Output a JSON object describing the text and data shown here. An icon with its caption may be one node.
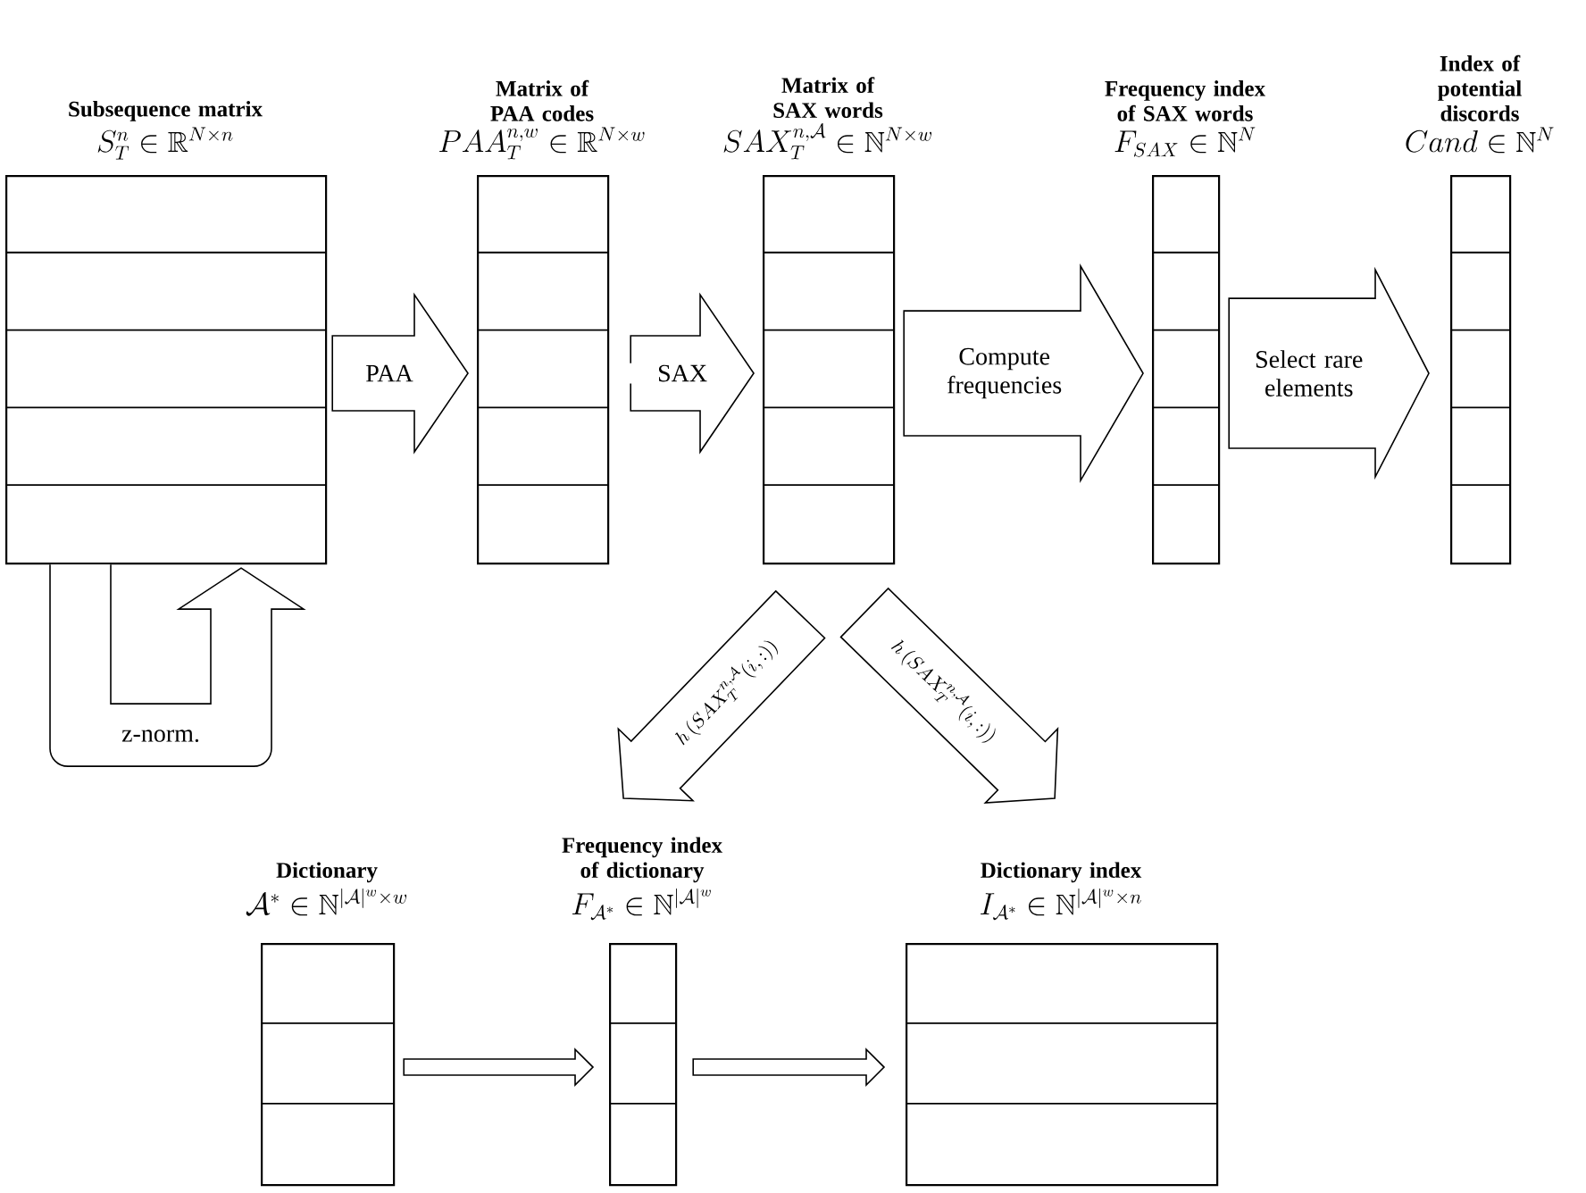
{
  "diagram": {
    "nodes": [
      {
        "text": [
          "Subsequence matrix",
          "S_T^n \\in \\mathbb{R}^{N\\times n}"
        ]
      },
      {
        "text": [
          "Matrix of PAA codes",
          "PAA_T^{n,w} \\in \\mathbb{R}^{N\\times w}"
        ]
      },
      {
        "text": [
          "Matrix of SAX words",
          "SAX_T^{n,\\mathcal{A}} \\in \\mathbb{N}^{N\\times w}"
        ]
      },
      {
        "text": [
          "Frequency index of SAX words",
          "F_{SAX} \\in \\mathbb{N}^N"
        ]
      },
      {
        "text": [
          "Index of potential discords",
          "Cand \\in \\mathbb{N}^N"
        ]
      },
      {
        "text": [
          "Dictionary",
          "\\mathcal{A}^* \\in \\mathbb{N}^{|\\mathcal{A}|^w\\times w}"
        ]
      },
      {
        "text": [
          "Frequency index of dictionary",
          "F_{\\mathcal{A}^*} \\in \\mathbb{N}^{|\\mathcal{A}|^w}"
        ]
      },
      {
        "text": [
          "Dictionary index",
          "I_{\\mathcal{A}^*} \\in \\mathbb{N}^{|\\mathcal{A}|^w\\times n}"
        ]
      }
    ],
    "edges": [
      {
        "from": 0,
        "to": 1,
        "arrow": "to",
        "label": "PAA"
      },
      {
        "from": 1,
        "to": 2,
        "arrow": "to",
        "label": "SAX"
      },
      {
        "from": 2,
        "to": 3,
        "arrow": "to",
        "label": "Compute frequencies"
      },
      {
        "from": 3,
        "to": 4,
        "arrow": "to",
        "label": "Select rare elements"
      },
      {
        "from": 0,
        "to": 0,
        "arrow": "to",
        "label": "z-norm."
      },
      {
        "from": 2,
        "to": 6,
        "arrow": "to",
        "label": "h\\,(SAX_T^{n,\\mathcal{A}}(i,:))"
      },
      {
        "from": 2,
        "to": 7,
        "arrow": "to",
        "label": "h\\,(SAX_T^{n,\\mathcal{A}}(i,:))"
      },
      {
        "from": 5,
        "to": 6,
        "arrow": "to"
      },
      {
        "from": 6,
        "to": 7,
        "arrow": "to"
      }
    ]
  }
}
